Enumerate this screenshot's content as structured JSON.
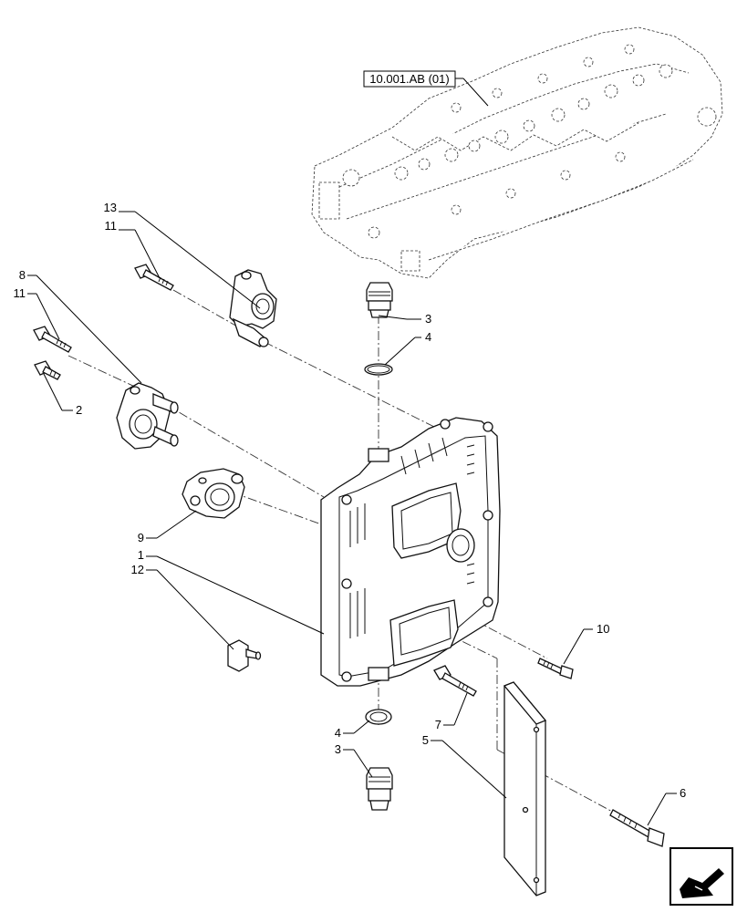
{
  "reference_label": "10.001.AB (01)",
  "callouts": {
    "c13": "13",
    "c11a": "11",
    "c8": "8",
    "c11b": "11",
    "c2": "2",
    "c9": "9",
    "c1": "1",
    "c12": "12",
    "c3a": "3",
    "c4a": "4",
    "c10": "10",
    "c7": "7",
    "c5": "5",
    "c4b": "4",
    "c3b": "3",
    "c6": "6"
  },
  "nav_icon": "next-page-arrow-icon"
}
